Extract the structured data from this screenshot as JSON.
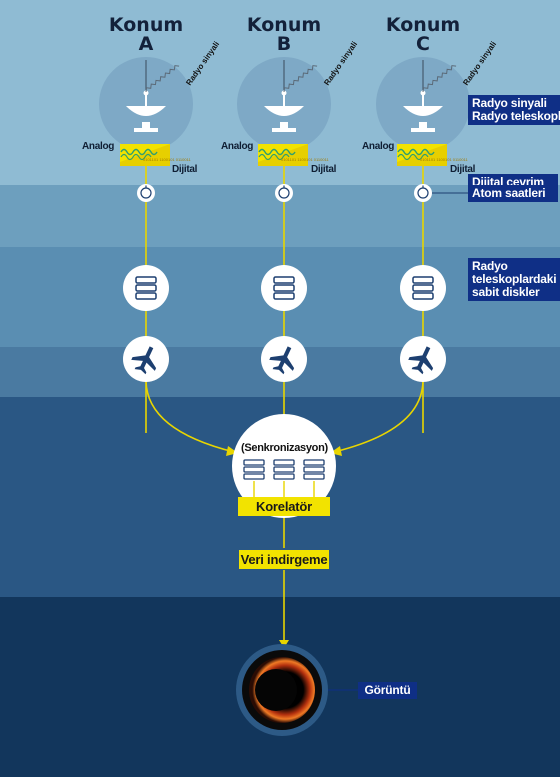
{
  "sites": [
    {
      "title_line1": "Konum",
      "title_line2": "A",
      "signal_label": "Radyo sinyali"
    },
    {
      "title_line1": "Konum",
      "title_line2": "B",
      "signal_label": "Radyo sinyali"
    },
    {
      "title_line1": "Konum",
      "title_line2": "C",
      "signal_label": "Radyo sinyali"
    }
  ],
  "converter": {
    "analog_label": "Analog",
    "digital_label": "Dijital",
    "bits_text": "0101101 1100101 0110011"
  },
  "legend": {
    "radio_line1": "Radyo sinyali",
    "radio_line2": "Radyo teleskopları",
    "digital": "Dijital çevrim",
    "atomic": "Atom saatleri",
    "disks_line1": "Radyo",
    "disks_line2": "teleskoplardaki",
    "disks_line3": "sabit diskler"
  },
  "sync_label": "(Senkronizasyon)",
  "correlator_label": "Korelatör",
  "reduction_label": "Veri indirgeme",
  "image_label": "Görüntü",
  "colors": {
    "band1": "#8fbbd3",
    "band2": "#6d9fbe",
    "band3": "#4f7fa3",
    "band4": "#35648d",
    "band5": "#1f4a74",
    "band6": "#10345a",
    "line": "#e8d500",
    "label_box": "#0f2f86",
    "yellow": "#f2e300",
    "node": "#ffffff",
    "icon": "#1d3f70"
  },
  "icons": {
    "dish": "radio-dish-icon",
    "converter": "analog-digital-converter-icon",
    "clock": "atomic-clock-icon",
    "disk": "hard-disk-icon",
    "plane": "airplane-icon",
    "result": "black-hole-image-icon"
  }
}
